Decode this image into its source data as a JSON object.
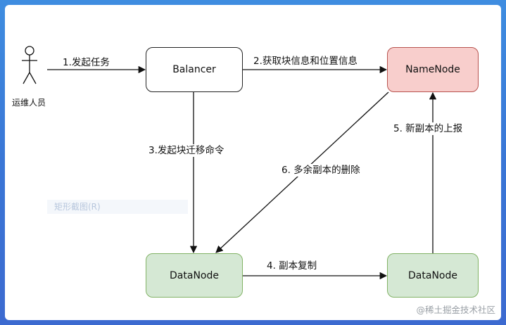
{
  "actor": {
    "label": "运维人员"
  },
  "nodes": {
    "balancer": "Balancer",
    "namenode": "NameNode",
    "datanode_left": "DataNode",
    "datanode_right": "DataNode"
  },
  "edges": {
    "e1": "1.发起任务",
    "e2": "2.获取块信息和位置信息",
    "e3": "3.发起块迁移命令",
    "e4": "4. 副本复制",
    "e5": "5. 新副本的上报",
    "e6": "6. 多余副本的删除"
  },
  "overlay": {
    "ghost_text": "矩形截图(R)"
  },
  "watermark": "@稀土掘金技术社区",
  "colors": {
    "background_gradient": "#3a76d6",
    "namenode_fill": "#f8cecc",
    "namenode_border": "#b85450",
    "datanode_fill": "#d5e8d4",
    "datanode_border": "#82b366"
  }
}
